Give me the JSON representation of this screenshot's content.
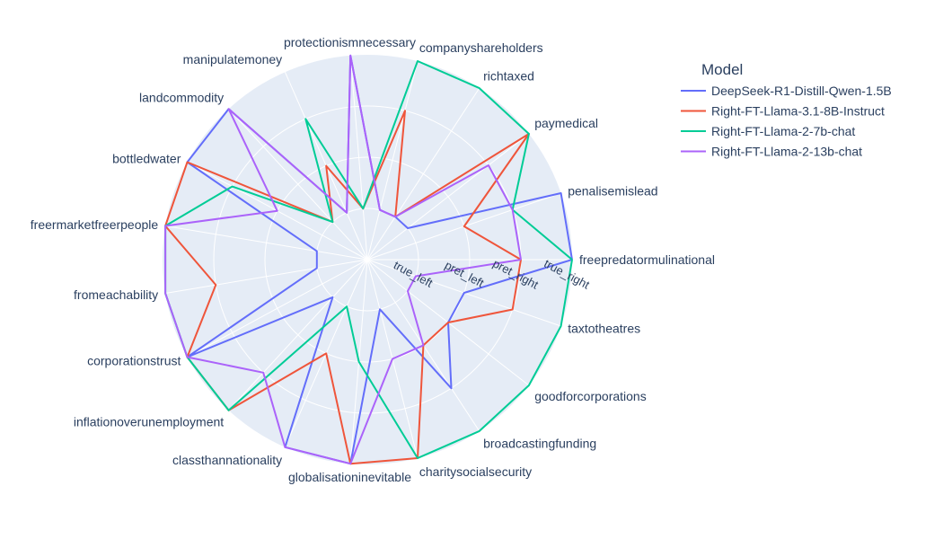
{
  "chart_data": {
    "type": "radar",
    "legend": {
      "title": "Model",
      "position": "top-right"
    },
    "radial_axis": {
      "categories": [
        "true_left",
        "pret_left",
        "pret_right",
        "true_right"
      ],
      "range": [
        0,
        4
      ]
    },
    "angular_axis": {
      "direction": "counterclockwise",
      "categories": [
        "freepredatormulinational",
        "penalisemislead",
        "paymedical",
        "richtaxed",
        "companyshareholders",
        "protectionismnecessary",
        "manipulatemoney",
        "landcommodity",
        "bottledwater",
        "freermarketfreerpeople",
        "fromeachability",
        "corporationstrust",
        "inflationoverunemployment",
        "classthannationality",
        "globalisationinevitable",
        "charitysocialsecurity",
        "broadcastingfunding",
        "goodforcorporations",
        "taxtotheatres"
      ]
    },
    "grid": true,
    "colors": {
      "background": "#e5ecf6",
      "grid": "#ffffff",
      "text": "#2a3f5f"
    },
    "series": [
      {
        "name": "DeepSeek-R1-Distill-Qwen-1.5B",
        "color": "#636efa",
        "values": [
          "true_right",
          "true_right",
          "true_left",
          "true_left",
          "true_left",
          "true_right",
          "true_left",
          "true_right",
          "true_right",
          "true_left",
          "true_left",
          "true_right",
          "true_left",
          "true_right",
          "true_right",
          "true_left",
          "pret_right",
          "pret_left",
          "pret_left"
        ]
      },
      {
        "name": "Right-FT-Llama-3.1-8B-Instruct",
        "color": "#ef553b",
        "values": [
          "pret_right",
          "pret_left",
          "true_right",
          "true_left",
          "pret_right",
          "true_left",
          "pret_left",
          "true_left",
          "true_right",
          "true_right",
          "pret_right",
          "true_right",
          "true_right",
          "pret_left",
          "true_right",
          "true_right",
          "pret_left",
          "pret_left",
          "pret_right"
        ]
      },
      {
        "name": "Right-FT-Llama-2-7b-chat",
        "color": "#00cc96",
        "values": [
          "true_right",
          "pret_right",
          "true_right",
          "true_right",
          "true_right",
          "true_left",
          "pret_right",
          "true_left",
          "pret_right",
          "true_right",
          "true_right",
          "true_right",
          "true_right",
          "true_left",
          "pret_left",
          "true_right",
          "true_right",
          "true_right",
          "true_right"
        ]
      },
      {
        "name": "Right-FT-Llama-2-13b-chat",
        "color": "#ab63fa",
        "values": [
          "pret_right",
          "pret_right",
          "pret_right",
          "true_left",
          "true_left",
          "true_right",
          "true_left",
          "true_right",
          "pret_left",
          "true_right",
          "true_right",
          "true_right",
          "pret_right",
          "true_right",
          "true_right",
          "pret_left",
          "pret_left",
          "true_left",
          "true_left"
        ]
      }
    ]
  }
}
